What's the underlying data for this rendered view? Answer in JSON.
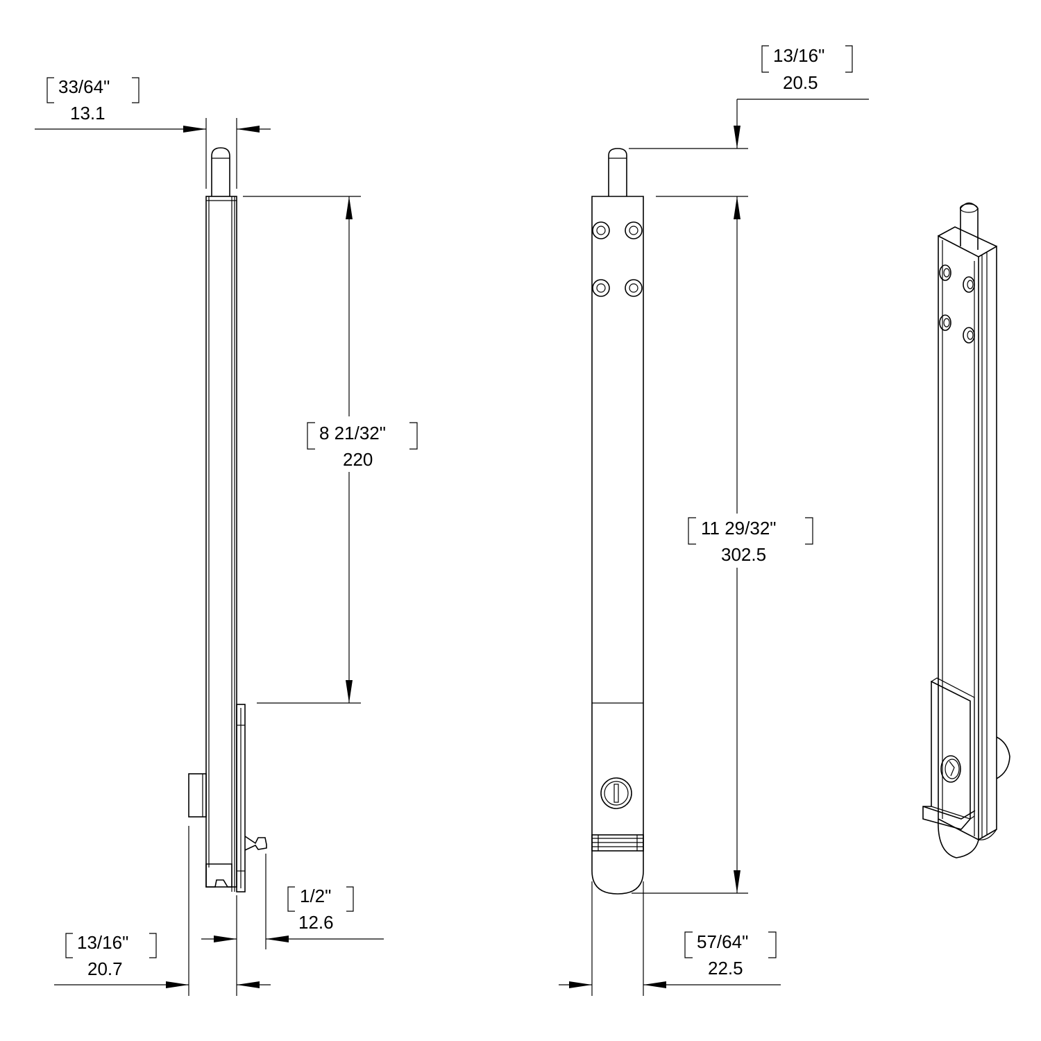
{
  "dimensions": {
    "side_pin_width": {
      "imperial": "33/64\"",
      "metric": "13.1"
    },
    "side_slide_length": {
      "imperial": "8 21/32\"",
      "metric": "220"
    },
    "side_knob_offset": {
      "imperial": "1/2\"",
      "metric": "12.6"
    },
    "side_body_depth": {
      "imperial": "13/16\"",
      "metric": "20.7"
    },
    "front_pin_protrusion": {
      "imperial": "13/16\"",
      "metric": "20.5"
    },
    "front_body_length": {
      "imperial": "11 29/32\"",
      "metric": "302.5"
    },
    "front_body_width": {
      "imperial": "57/64\"",
      "metric": "22.5"
    }
  },
  "colors": {
    "line": "#000000",
    "background": "#ffffff"
  }
}
